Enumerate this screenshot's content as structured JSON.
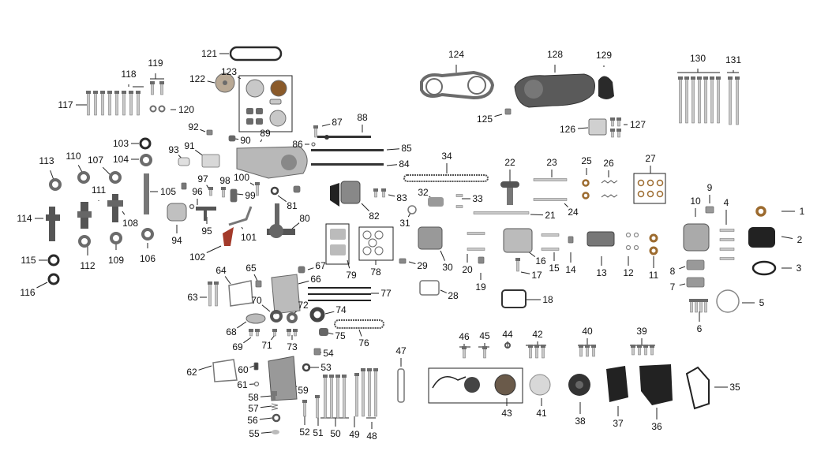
{
  "diagram": {
    "part_numbers": [
      "1",
      "2",
      "3",
      "4",
      "5",
      "6",
      "7",
      "8",
      "9",
      "10",
      "11",
      "12",
      "13",
      "14",
      "15",
      "16",
      "17",
      "18",
      "19",
      "20",
      "21",
      "22",
      "23",
      "24",
      "25",
      "26",
      "27",
      "28",
      "29",
      "30",
      "31",
      "32",
      "33",
      "34",
      "35",
      "36",
      "37",
      "38",
      "39",
      "40",
      "41",
      "42",
      "43",
      "44",
      "45",
      "46",
      "47",
      "48",
      "49",
      "50",
      "51",
      "52",
      "53",
      "54",
      "55",
      "56",
      "57",
      "58",
      "59",
      "60",
      "61",
      "62",
      "63",
      "64",
      "65",
      "66",
      "67",
      "68",
      "69",
      "70",
      "71",
      "72",
      "73",
      "74",
      "75",
      "76",
      "77",
      "78",
      "79",
      "80",
      "81",
      "82",
      "83",
      "84",
      "85",
      "86",
      "87",
      "88",
      "89",
      "90",
      "91",
      "92",
      "93",
      "94",
      "95",
      "96",
      "97",
      "98",
      "99",
      "100",
      "101",
      "102",
      "103",
      "104",
      "105",
      "106",
      "107",
      "108",
      "109",
      "110",
      "111",
      "112",
      "113",
      "114",
      "115",
      "116",
      "117",
      "118",
      "119",
      "120",
      "121",
      "122",
      "123",
      "124",
      "125",
      "126",
      "127",
      "128",
      "129",
      "130",
      "131"
    ]
  },
  "colors": {
    "line": "#222222",
    "metal_light": "#c8c8c8",
    "metal_dark": "#6b6b6b",
    "bronze": "#9c6b2f",
    "black_part": "#2a2a2a",
    "red_part": "#a33a2a"
  }
}
